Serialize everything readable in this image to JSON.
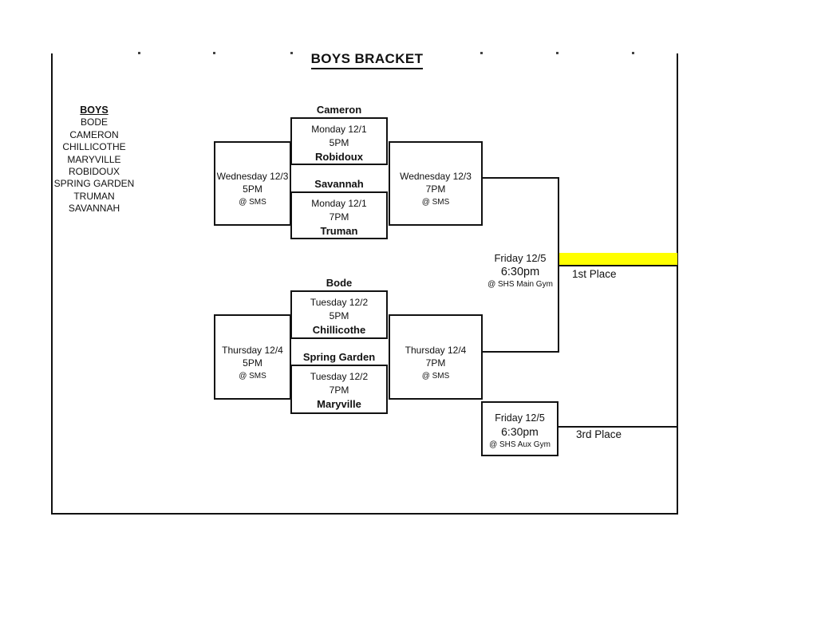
{
  "title": "BOYS BRACKET",
  "team_list": {
    "header": "BOYS",
    "teams": [
      "BODE",
      "CAMERON",
      "CHILLICOTHE",
      "MARYVILLE",
      "ROBIDOUX",
      "SPRING GARDEN",
      "TRUMAN",
      "SAVANNAH"
    ]
  },
  "first_round": [
    {
      "team_top": "Cameron",
      "date": "Monday 12/1",
      "time": "5PM",
      "team_bottom": "Robidoux"
    },
    {
      "team_top": "Savannah",
      "date": "Monday 12/1",
      "time": "7PM",
      "team_bottom": "Truman"
    },
    {
      "team_top": "Bode",
      "date": "Tuesday 12/2",
      "time": "5PM",
      "team_bottom": "Chillicothe"
    },
    {
      "team_top": "Spring Garden",
      "date": "Tuesday 12/2",
      "time": "7PM",
      "team_bottom": "Maryville"
    }
  ],
  "consolation_games": [
    {
      "date": "Wednesday 12/3",
      "time": "5PM",
      "venue": "@ SMS"
    },
    {
      "date": "Thursday 12/4",
      "time": "5PM",
      "venue": "@ SMS"
    }
  ],
  "semifinal_games": [
    {
      "date": "Wednesday 12/3",
      "time": "7PM",
      "venue": "@ SMS"
    },
    {
      "date": "Thursday 12/4",
      "time": "7PM",
      "venue": "@ SMS"
    }
  ],
  "championship_game": {
    "date": "Friday 12/5",
    "time": "6:30pm",
    "venue": "@ SHS Main Gym",
    "result_label": "1st Place"
  },
  "third_place_game": {
    "date": "Friday 12/5",
    "time": "6:30pm",
    "venue": "@ SHS Aux Gym",
    "result_label": "3rd Place"
  },
  "colors": {
    "highlight_yellow": "#FFFF00",
    "line_black": "#111111"
  }
}
